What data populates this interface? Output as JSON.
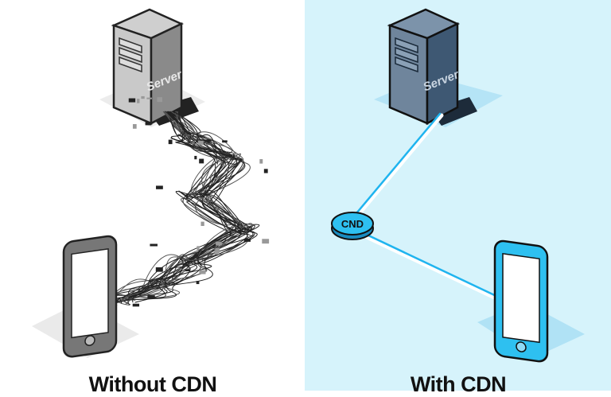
{
  "left_panel": {
    "caption": "Without CDN",
    "server_label": "Server"
  },
  "right_panel": {
    "caption": "With CDN",
    "server_label": "Server",
    "node_label": "CND"
  },
  "colors": {
    "right_background": "#d6f3fb",
    "link": "#1fb4ef",
    "phone_right": "#2ec0f0",
    "server_right": "#4a6784",
    "server_left": "#b5b5b5"
  }
}
